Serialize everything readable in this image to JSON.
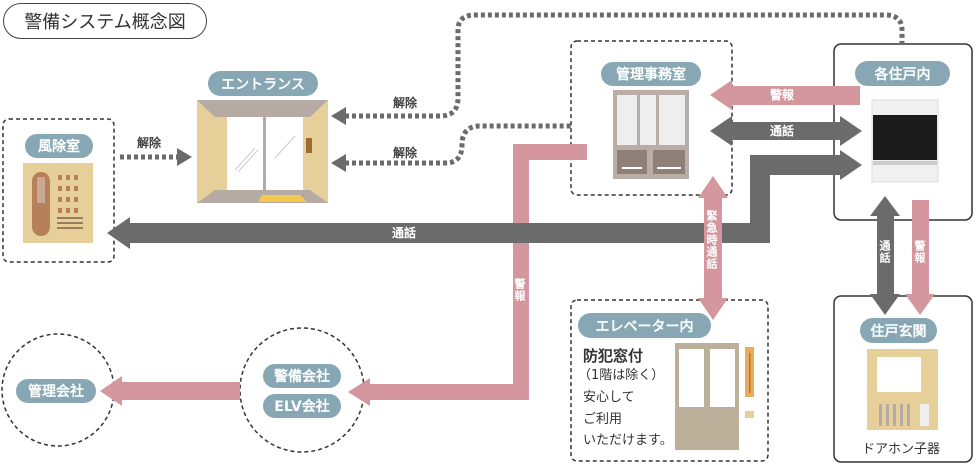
{
  "title": "警備システム概念図",
  "nodes": {
    "windbreak_room": "風除室",
    "entrance": "エントランス",
    "management_office": "管理事務室",
    "each_unit": "各住戸内",
    "elevator": "エレベーター内",
    "unit_entrance": "住戸玄関",
    "management_company": "管理会社",
    "security_company": "警備会社",
    "elv_company": "ELV会社"
  },
  "arrows": {
    "release_1": "解除",
    "release_2": "解除",
    "release_3": "解除",
    "call_main": "通話",
    "alarm_office": "警報",
    "call_office": "通話",
    "alarm_down": "警報",
    "emergency_call": "緊急時通話",
    "call_entrance": "通話",
    "alarm_entrance": "警報"
  },
  "elevator_text": {
    "heading": "防犯窓付",
    "note": "（1階は除く）",
    "line1": "安心して",
    "line2": "ご利用",
    "line3": "いただけます。"
  },
  "door_phone_caption": "ドアホン子器",
  "colors": {
    "alarm": "#d4979d",
    "call": "#6b6b6b",
    "label": "#86a7b3",
    "beige": "#e6cf98"
  }
}
